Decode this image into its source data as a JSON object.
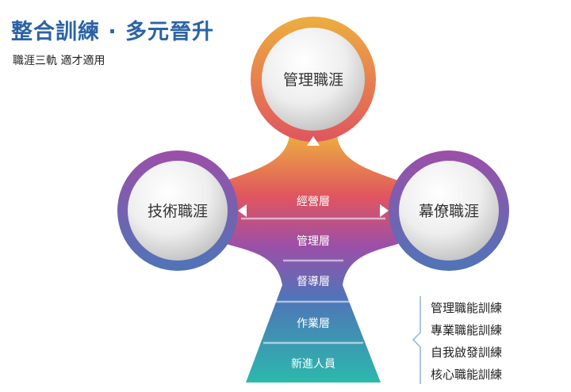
{
  "title": "整合訓練 · 多元晉升",
  "subtitle": "職涯三軌 適才適用",
  "career_tracks": {
    "top": "管理職涯",
    "left": "技術職涯",
    "right": "幕僚職涯"
  },
  "tiers": [
    "經營層",
    "管理層",
    "督導層",
    "作業層",
    "新進人員"
  ],
  "training_programs": [
    "管理職能訓練",
    "專業職能訓練",
    "自我啟發訓練",
    "核心職能訓練"
  ],
  "colors": {
    "title": "#2c63a6",
    "ring_top": "#ecae3f",
    "ring_mid": "#e0555f",
    "purple": "#9c4fa8",
    "blue": "#4f74b8",
    "teal": "#2bb9ac"
  }
}
